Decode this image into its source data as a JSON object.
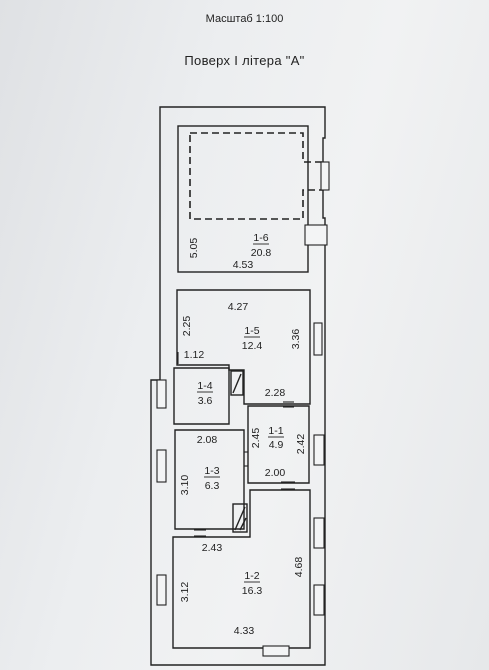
{
  "header": {
    "scale": "Масштаб 1:100",
    "floor_title": "Поверх I  літера \"А\""
  },
  "rooms": [
    {
      "id": "1-6",
      "area": "20.8"
    },
    {
      "id": "1-5",
      "area": "12.4"
    },
    {
      "id": "1-4",
      "area": "3.6"
    },
    {
      "id": "1-1",
      "area": "4.9"
    },
    {
      "id": "1-3",
      "area": "6.3"
    },
    {
      "id": "1-2",
      "area": "16.3"
    }
  ],
  "dimensions": {
    "room_1_6": {
      "height": "5.05",
      "width": "4.53"
    },
    "room_1_5": {
      "top": "4.27",
      "left": "2.25",
      "right": "3.36",
      "bottom_left": "1.12"
    },
    "room_1_1": {
      "top": "2.28",
      "left": "2.45",
      "right": "2.42",
      "bottom": "2.00"
    },
    "room_1_3": {
      "top": "2.08",
      "left": "3.10"
    },
    "room_1_2": {
      "top": "2.43",
      "left": "3.12",
      "right": "4.68",
      "bottom": "4.33"
    }
  },
  "colors": {
    "line": "#222222",
    "background": "#eceef0"
  }
}
